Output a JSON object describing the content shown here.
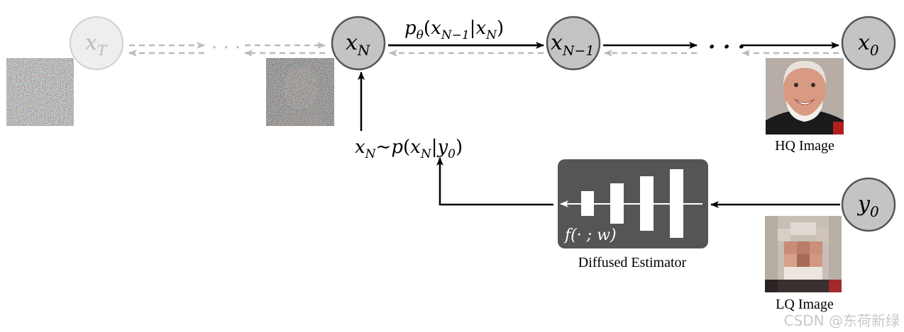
{
  "nodes": {
    "xT": {
      "base": "x",
      "sub": "T"
    },
    "xN": {
      "base": "x",
      "sub": "N"
    },
    "xN1": {
      "base": "x",
      "sub": "N−1"
    },
    "x0": {
      "base": "x",
      "sub": "0"
    },
    "y0": {
      "base": "y",
      "sub": "0"
    }
  },
  "ellipsis": {
    "faded": "· · ·",
    "solid": "· · ·"
  },
  "labels": {
    "transition": {
      "p": "p",
      "theta": "θ",
      "open": "(",
      "x1": "x",
      "x1_sub": "N−1",
      "bar": "|",
      "x2": "x",
      "x2_sub": "N",
      "close": ")"
    },
    "sample": {
      "x": "x",
      "x_sub": "N",
      "tilde": "∼",
      "p": "p",
      "open": "(",
      "x2": "x",
      "x2_sub": "N",
      "bar": "|",
      "y": "y",
      "y_sub": "0",
      "close": ")"
    },
    "estimator_func": "f(· ; w)"
  },
  "captions": {
    "hq": "HQ Image",
    "estimator": "Diffused Estimator",
    "lq": "LQ Image"
  },
  "watermark": "CSDN @东荷新绿",
  "colors": {
    "node_fill": "#c4c4c4",
    "node_faded_fill": "#eeeeee",
    "estimator_box": "#555555",
    "arrow": "#000000",
    "dashed": "#bbbbbb"
  }
}
